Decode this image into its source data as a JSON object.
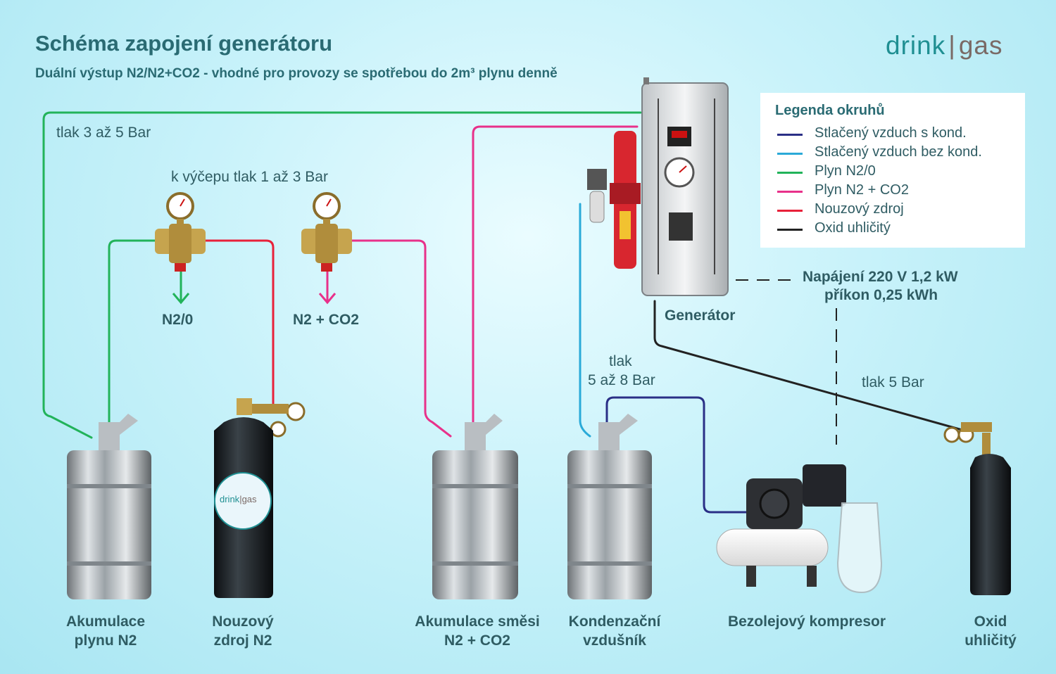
{
  "header": {
    "title": "Schéma zapojení generátoru",
    "subtitle": "Duální výstup N2/N2+CO2 - vhodné pro provozy se spotřebou do 2m³ plynu denně"
  },
  "logo": {
    "drink": "drink",
    "sep": "|",
    "gas": "gas",
    "brand_color": "#1f8f92"
  },
  "legend": {
    "title": "Legenda okruhů",
    "items": [
      {
        "label": "Stlačený vzduch s kond.",
        "color": "#2a2f86"
      },
      {
        "label": "Stlačený vzduch bez kond.",
        "color": "#2aaad8"
      },
      {
        "label": "Plyn N2/0",
        "color": "#22b35a"
      },
      {
        "label": "Plyn N2 + CO2",
        "color": "#e8318a"
      },
      {
        "label": "Nouzový zdroj",
        "color": "#e8213a"
      },
      {
        "label": "Oxid uhličitý",
        "color": "#222222"
      }
    ]
  },
  "labels": {
    "pressure_n2": "tlak 3 až 5 Bar",
    "tap_pressure": "k výčepu tlak 1 až 3 Bar",
    "out_n2": "N2/0",
    "out_mix": "N2 + CO2",
    "generator": "Generátor",
    "power_line1": "Napájení 220 V 1,2 kW",
    "power_line2": "příkon 0,25 kWh",
    "tank_pressure_1": "tlak",
    "tank_pressure_2": "5 až 8 Bar",
    "co2_pressure": "tlak 5 Bar"
  },
  "captions": {
    "keg_n2": [
      "Akumulace",
      "plynu N2"
    ],
    "backup": [
      "Nouzový",
      "zdroj N2"
    ],
    "keg_mix": [
      "Akumulace směsi",
      "N2 + CO2"
    ],
    "air_tank": [
      "Kondenzační",
      "vzdušník"
    ],
    "compressor": [
      "Bezolejový kompresor"
    ],
    "co2": [
      "Oxid",
      "uhličitý"
    ]
  },
  "cylinder_label": {
    "drink": "drink",
    "sep": "|",
    "gas": "gas"
  }
}
